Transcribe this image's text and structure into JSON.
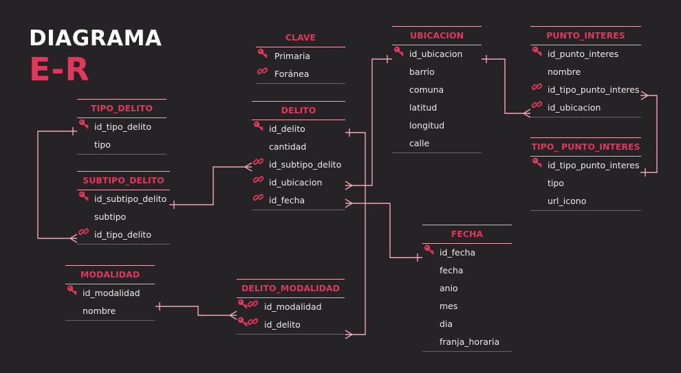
{
  "title": {
    "line1": "DIAGRAMA",
    "line2": "E-R"
  },
  "colors": {
    "background": "#252326",
    "accent": "#e2365c",
    "line": "#f3a8b8",
    "text": "#f2eaea"
  },
  "legend": {
    "title": "CLAVE",
    "items": [
      {
        "icon": "key-icon",
        "label": "Primaria"
      },
      {
        "icon": "link-icon",
        "label": "Foránea"
      }
    ]
  },
  "entities": {
    "tipo_delito": {
      "name": "TIPO_DELITO",
      "fields": [
        {
          "label": "id_tipo_delito",
          "icon": "key-icon"
        },
        {
          "label": "tipo",
          "icon": ""
        }
      ]
    },
    "subtipo_delito": {
      "name": "SUBTIPO_DELITO",
      "fields": [
        {
          "label": "id_subtipo_delito",
          "icon": "key-icon"
        },
        {
          "label": "subtipo",
          "icon": ""
        },
        {
          "label": "id_tipo_delito",
          "icon": "link-icon"
        }
      ]
    },
    "modalidad": {
      "name": "MODALIDAD",
      "fields": [
        {
          "label": "id_modalidad",
          "icon": "key-icon"
        },
        {
          "label": "nombre",
          "icon": ""
        }
      ]
    },
    "delito": {
      "name": "DELITO",
      "fields": [
        {
          "label": "id_delito",
          "icon": "key-icon"
        },
        {
          "label": "cantidad",
          "icon": ""
        },
        {
          "label": "id_subtipo_delito",
          "icon": "link-icon"
        },
        {
          "label": "id_ubicacion",
          "icon": "link-icon"
        },
        {
          "label": "id_fecha",
          "icon": "link-icon"
        }
      ]
    },
    "delito_modalidad": {
      "name": "DELITO_MODALIDAD",
      "fields": [
        {
          "label": "id_modalidad",
          "icon": "key-link-icon"
        },
        {
          "label": "id_delito",
          "icon": "key-link-icon"
        }
      ]
    },
    "ubicacion": {
      "name": "UBICACION",
      "fields": [
        {
          "label": "id_ubicacion",
          "icon": "key-icon"
        },
        {
          "label": "barrio",
          "icon": ""
        },
        {
          "label": "comuna",
          "icon": ""
        },
        {
          "label": "latitud",
          "icon": ""
        },
        {
          "label": "longitud",
          "icon": ""
        },
        {
          "label": "calle",
          "icon": ""
        }
      ]
    },
    "fecha": {
      "name": "FECHA",
      "fields": [
        {
          "label": "id_fecha",
          "icon": "key-icon"
        },
        {
          "label": "fecha",
          "icon": ""
        },
        {
          "label": "anio",
          "icon": ""
        },
        {
          "label": "mes",
          "icon": ""
        },
        {
          "label": "dia",
          "icon": ""
        },
        {
          "label": "franja_horaria",
          "icon": ""
        }
      ]
    },
    "punto_interes": {
      "name": "PUNTO_INTERES",
      "fields": [
        {
          "label": "id_punto_interes",
          "icon": "key-icon"
        },
        {
          "label": "nombre",
          "icon": ""
        },
        {
          "label": "id_tipo_punto_interes",
          "icon": "link-icon"
        },
        {
          "label": "id_ubicacion",
          "icon": "link-icon"
        }
      ]
    },
    "tipo_punto_interes": {
      "name": "TIPO_ PUNTO_INTERES",
      "fields": [
        {
          "label": "id_tipo_punto_interes",
          "icon": "key-icon"
        },
        {
          "label": "tipo",
          "icon": ""
        },
        {
          "label": "url_icono",
          "icon": ""
        }
      ]
    }
  },
  "relationships": [
    {
      "from": "TIPO_DELITO.id_tipo_delito",
      "to": "SUBTIPO_DELITO.id_tipo_delito"
    },
    {
      "from": "SUBTIPO_DELITO.id_subtipo_delito",
      "to": "DELITO.id_subtipo_delito"
    },
    {
      "from": "UBICACION.id_ubicacion",
      "to": "DELITO.id_ubicacion"
    },
    {
      "from": "FECHA.id_fecha",
      "to": "DELITO.id_fecha"
    },
    {
      "from": "DELITO.id_delito",
      "to": "DELITO_MODALIDAD.id_delito"
    },
    {
      "from": "MODALIDAD.id_modalidad",
      "to": "DELITO_MODALIDAD.id_modalidad"
    },
    {
      "from": "UBICACION.id_ubicacion",
      "to": "PUNTO_INTERES.id_ubicacion"
    },
    {
      "from": "TIPO_ PUNTO_INTERES.id_tipo_punto_interes",
      "to": "PUNTO_INTERES.id_tipo_punto_interes"
    }
  ]
}
